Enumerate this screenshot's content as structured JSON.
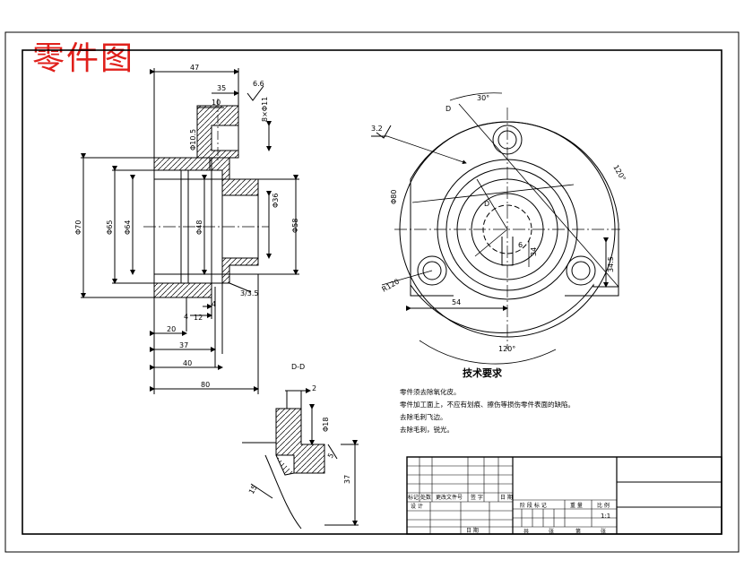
{
  "title": "零件图",
  "dims_front": {
    "d47": "47",
    "d35": "35",
    "d10": "10",
    "d_6_6": "6.6",
    "d_sec": "8×Φ11",
    "d_105": "Φ10.5",
    "d_phi70": "Φ70",
    "d_phi65": "Φ65",
    "d_phi64": "Φ64",
    "d_phi48": "Φ48",
    "d_phi36": "Φ36",
    "d_phi58": "Φ58",
    "d_thread": "3/3.5",
    "d4a": "4",
    "d12": "12",
    "d4b": "4",
    "d20": "20",
    "d37": "37",
    "d40": "40",
    "d80": "80"
  },
  "dims_side": {
    "d_3_2": "3.2",
    "d_d1": "D",
    "d_d2": "D",
    "d_30": "30°",
    "d_120a": "120°",
    "d_phi80": "Φ80",
    "d_6": "6",
    "d_34": "34",
    "d_345": "34.5",
    "d_r120": "R120",
    "d_54": "54",
    "d_120b": "120°"
  },
  "section_dd": {
    "label": "D-D",
    "d2": "2",
    "d_phi18": "Φ18",
    "d5": "5",
    "d37": "37",
    "d15": "15"
  },
  "tech": {
    "heading": "技术要求",
    "lines": [
      "零件须去除氧化皮。",
      "零件加工面上，不应有划痕、擦伤等损伤零件表面的缺陷。",
      "去除毛刺飞边。",
      "去除毛刺，锐光。"
    ]
  },
  "title_block": {
    "r1": [
      "标记",
      "处数",
      "更改文件号",
      "签 字",
      "日 期"
    ],
    "design": "设 计",
    "date_label": "日 期",
    "stage": [
      "阶 段 标 记",
      "重 量",
      "比 例"
    ],
    "scale": "1:1",
    "sheet": [
      "共",
      "张",
      "第",
      "张"
    ]
  }
}
